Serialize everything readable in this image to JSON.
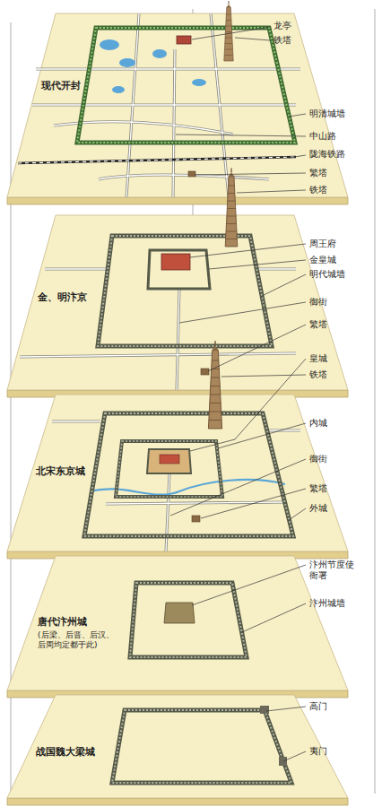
{
  "diagram": {
    "nodes": [
      {
        "text": [
          "现代开封"
        ]
      },
      {
        "text": [
          "金、明汴京"
        ]
      },
      {
        "text": [
          "北宋东京城"
        ]
      },
      {
        "text": [
          "唐代汴州城",
          "(后梁、后晋、后汉、后周均定都于此)"
        ]
      },
      {
        "text": [
          "战国魏大梁城"
        ]
      }
    ],
    "labels": [
      "龙亭",
      "铁塔",
      "明清城墙",
      "中山路",
      "陇海铁路",
      "繁塔",
      "铁塔",
      "周王府",
      "金皇城",
      "明代城墙",
      "御街",
      "繁塔",
      "皇城",
      "铁塔",
      "内城",
      "御街",
      "繁塔",
      "外城",
      "汴州节度使衙署",
      "汴州城墙",
      "高门",
      "夷门"
    ]
  }
}
